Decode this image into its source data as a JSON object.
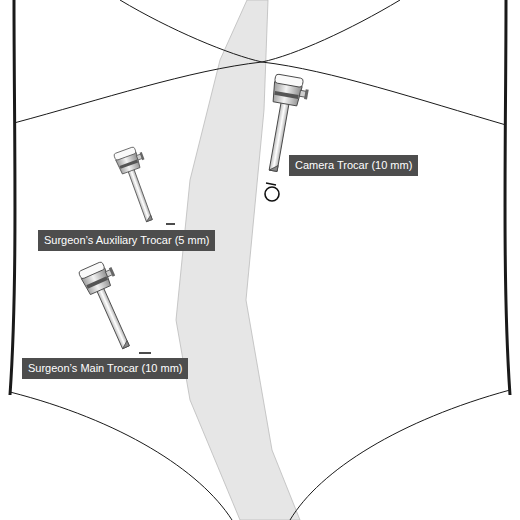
{
  "diagram": {
    "nodes": [
      {
        "text": [
          "Camera Trocar (10 mm)"
        ]
      },
      {
        "text": [
          "Surgeon’s Auxiliary Trocar (5 mm)"
        ]
      },
      {
        "text": [
          "Surgeon’s Main Trocar (10 mm)"
        ]
      }
    ]
  }
}
